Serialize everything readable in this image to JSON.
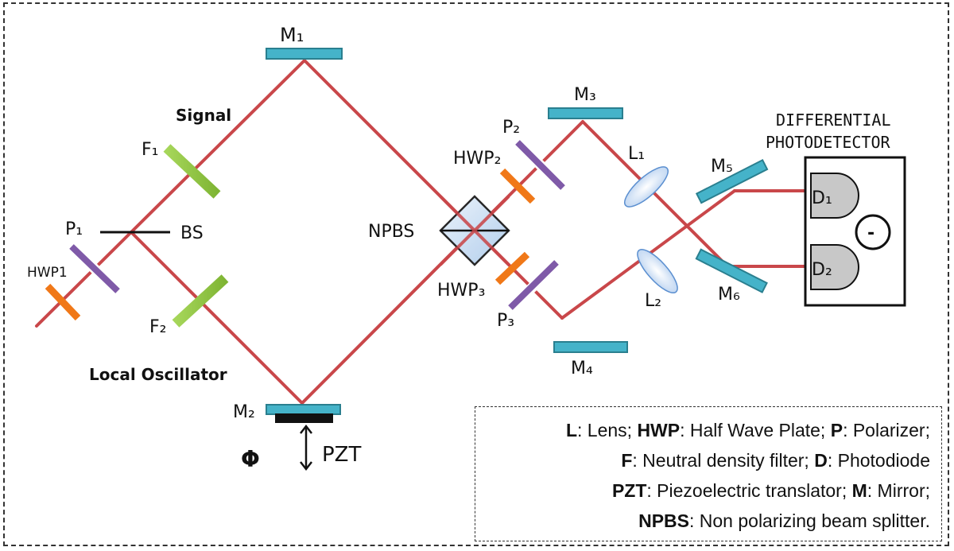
{
  "title": "Balanced homodyne detection optical setup",
  "colors": {
    "beam": "#c9474a",
    "mirror": "#45b3c9",
    "mirror_edge": "#2a7f8f",
    "filter": "#8dc63f",
    "polarizer": "#7f5aa8",
    "hwp": "#f07818",
    "lens": "#d6e6fa",
    "photodiode": "#c8c8c8"
  },
  "labels": {
    "M1": "M₁",
    "M2": "M₂",
    "M3": "M₃",
    "M4": "M₄",
    "M5": "M₅",
    "M6": "M₆",
    "F1": "F₁",
    "F2": "F₂",
    "P1": "P₁",
    "P2": "P₂",
    "P3": "P₃",
    "HWP1": "HWP1",
    "HWP2": "HWP₂",
    "HWP3": "HWP₃",
    "L1": "L₁",
    "L2": "L₂",
    "D1": "D₁",
    "D2": "D₂",
    "BS": "BS",
    "NPBS": "NPBS",
    "PZT": "PZT",
    "phi": "Φ",
    "minus": "-",
    "signal": "Signal",
    "local_oscillator": "Local  Oscillator",
    "detector_title_1": "DIFFERENTIAL",
    "detector_title_2": "PHOTODETECTOR"
  },
  "legend": [
    [
      {
        "k": "L",
        "v": ": Lens; "
      },
      {
        "k": "HWP",
        "v": ": Half Wave Plate; "
      },
      {
        "k": "P",
        "v": ": Polarizer;"
      }
    ],
    [
      {
        "k": "F",
        "v": ": Neutral density filter; "
      },
      {
        "k": "D",
        "v": ": Photodiode"
      }
    ],
    [
      {
        "k": "PZT",
        "v": ": Piezoelectric translator; "
      },
      {
        "k": "M",
        "v": ": Mirror;"
      }
    ],
    [
      {
        "k": "NPBS",
        "v": ": Non polarizing beam splitter."
      }
    ]
  ]
}
